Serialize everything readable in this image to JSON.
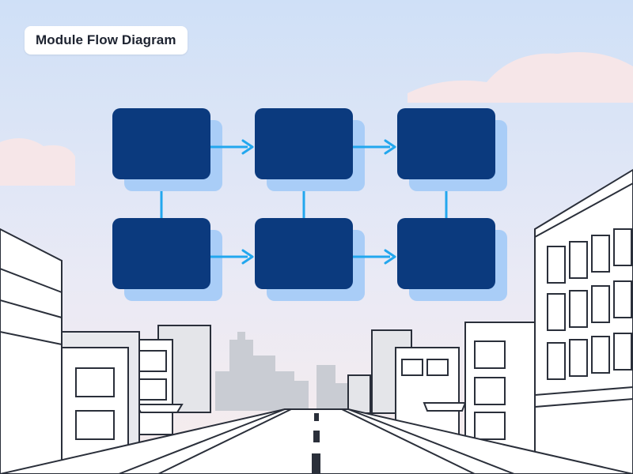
{
  "title": "Module Flow Diagram",
  "colors": {
    "sky_top": "#cfe0f7",
    "sky_bottom": "#f7ecec",
    "module_fill": "#0b3a7e",
    "module_shadow": "#a9cdf7",
    "connector": "#22a7ee",
    "building_fill": "#ffffff",
    "building_stroke": "#2a2f3a",
    "skyline": "#c9ccd3"
  },
  "diagram": {
    "modules": [
      {
        "id": "m1",
        "row": 0,
        "col": 0
      },
      {
        "id": "m2",
        "row": 0,
        "col": 1
      },
      {
        "id": "m3",
        "row": 0,
        "col": 2
      },
      {
        "id": "m4",
        "row": 1,
        "col": 0
      },
      {
        "id": "m5",
        "row": 1,
        "col": 1
      },
      {
        "id": "m6",
        "row": 1,
        "col": 2
      }
    ],
    "arrows": [
      {
        "from": "m1",
        "to": "m2"
      },
      {
        "from": "m2",
        "to": "m3"
      },
      {
        "from": "m4",
        "to": "m5"
      },
      {
        "from": "m5",
        "to": "m6"
      }
    ],
    "links": [
      {
        "from": "m1",
        "to": "m4"
      },
      {
        "from": "m2",
        "to": "m5"
      },
      {
        "from": "m3",
        "to": "m6"
      }
    ]
  }
}
